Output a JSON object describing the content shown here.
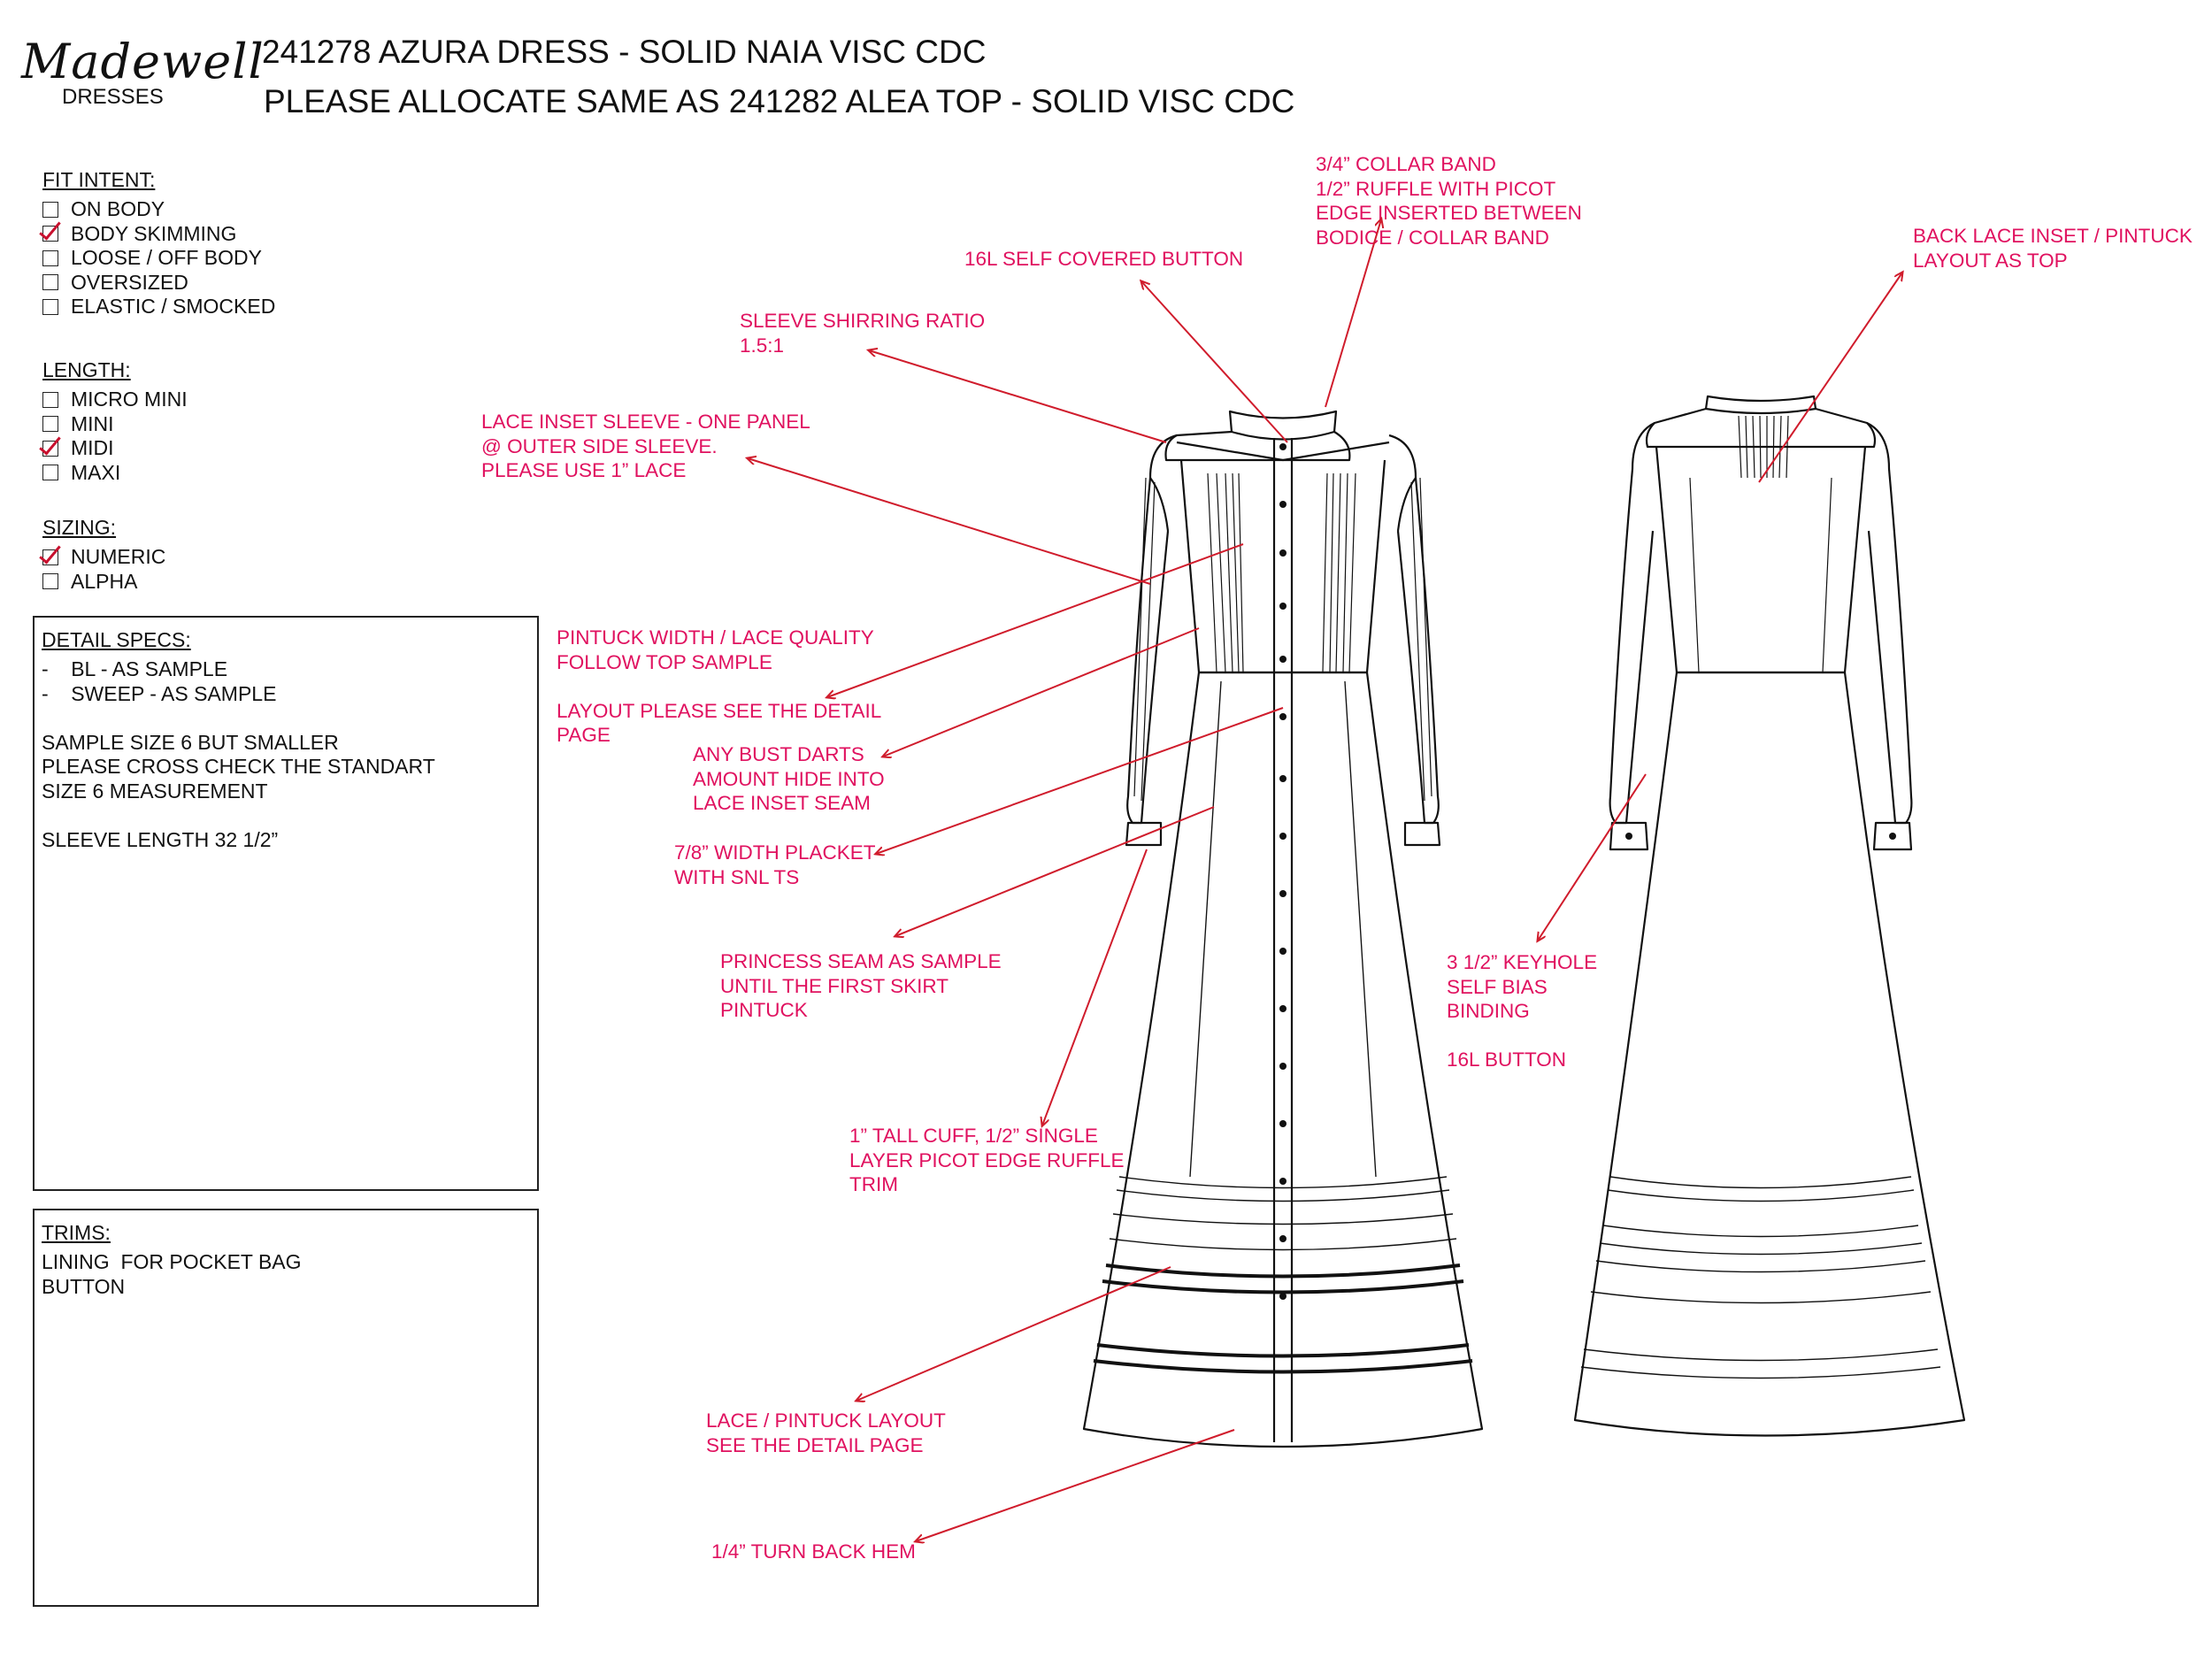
{
  "brand": {
    "logo": "Madewell",
    "category": "DRESSES"
  },
  "header": {
    "title1": "241278 AZURA DRESS - SOLID NAIA VISC CDC",
    "title2": "PLEASE ALLOCATE SAME AS 241282 ALEA TOP - SOLID VISC CDC"
  },
  "fit": {
    "heading": "FIT INTENT:",
    "options": [
      {
        "label": "ON BODY",
        "checked": false
      },
      {
        "label": "BODY SKIMMING",
        "checked": true
      },
      {
        "label": "LOOSE / OFF BODY",
        "checked": false
      },
      {
        "label": "OVERSIZED",
        "checked": false
      },
      {
        "label": "ELASTIC / SMOCKED",
        "checked": false
      }
    ]
  },
  "length": {
    "heading": "LENGTH:",
    "options": [
      {
        "label": "MICRO MINI",
        "checked": false
      },
      {
        "label": "MINI",
        "checked": false
      },
      {
        "label": "MIDI",
        "checked": true
      },
      {
        "label": "MAXI",
        "checked": false
      }
    ]
  },
  "sizing": {
    "heading": "SIZING:",
    "options": [
      {
        "label": "NUMERIC",
        "checked": true
      },
      {
        "label": "ALPHA",
        "checked": false
      }
    ]
  },
  "detail_specs": {
    "heading": "DETAIL SPECS:",
    "lines": [
      "-    BL - AS SAMPLE",
      "-    SWEEP - AS SAMPLE",
      "",
      "SAMPLE SIZE 6 BUT SMALLER",
      "PLEASE CROSS CHECK THE STANDART",
      "SIZE 6 MEASUREMENT",
      "",
      "SLEEVE LENGTH 32 1/2”"
    ]
  },
  "trims": {
    "heading": "TRIMS:",
    "lines": [
      "LINING  FOR POCKET BAG",
      "BUTTON"
    ]
  },
  "annotations": {
    "collar": [
      "3/4” COLLAR BAND",
      "1/2” RUFFLE WITH PICOT",
      "EDGE INSERTED BETWEEN",
      "BODICE / COLLAR BAND"
    ],
    "button": [
      "16L SELF COVERED BUTTON"
    ],
    "back_lace": [
      "BACK LACE INSET / PINTUCK",
      "LAYOUT AS TOP"
    ],
    "shirring": [
      "SLEEVE SHIRRING RATIO",
      "1.5:1"
    ],
    "lace_sleeve": [
      "LACE INSET SLEEVE - ONE PANEL",
      "@ OUTER SIDE SLEEVE.",
      "PLEASE USE 1” LACE"
    ],
    "pintuck": [
      "PINTUCK WIDTH / LACE QUALITY",
      "FOLLOW TOP SAMPLE",
      "",
      "LAYOUT PLEASE SEE THE DETAIL",
      "PAGE"
    ],
    "bust": [
      "ANY BUST DARTS",
      "AMOUNT HIDE INTO",
      "LACE INSET SEAM"
    ],
    "placket": [
      "7/8” WIDTH PLACKET",
      "WITH SNL TS"
    ],
    "princess": [
      "PRINCESS SEAM AS SAMPLE",
      "UNTIL THE FIRST SKIRT",
      "PINTUCK"
    ],
    "keyhole": [
      "3 1/2” KEYHOLE",
      "SELF BIAS",
      "BINDING",
      "",
      "16L BUTTON"
    ],
    "cuff": [
      "1” TALL CUFF, 1/2” SINGLE",
      "LAYER PICOT EDGE RUFFLE",
      "TRIM"
    ],
    "skirt_lace": [
      "LACE / PINTUCK LAYOUT",
      "SEE THE DETAIL PAGE"
    ],
    "hem": [
      "1/4” TURN BACK HEM"
    ]
  },
  "colors": {
    "annotation": "#e0115f",
    "arrow": "#d01c2c",
    "check": "#c8102e"
  }
}
